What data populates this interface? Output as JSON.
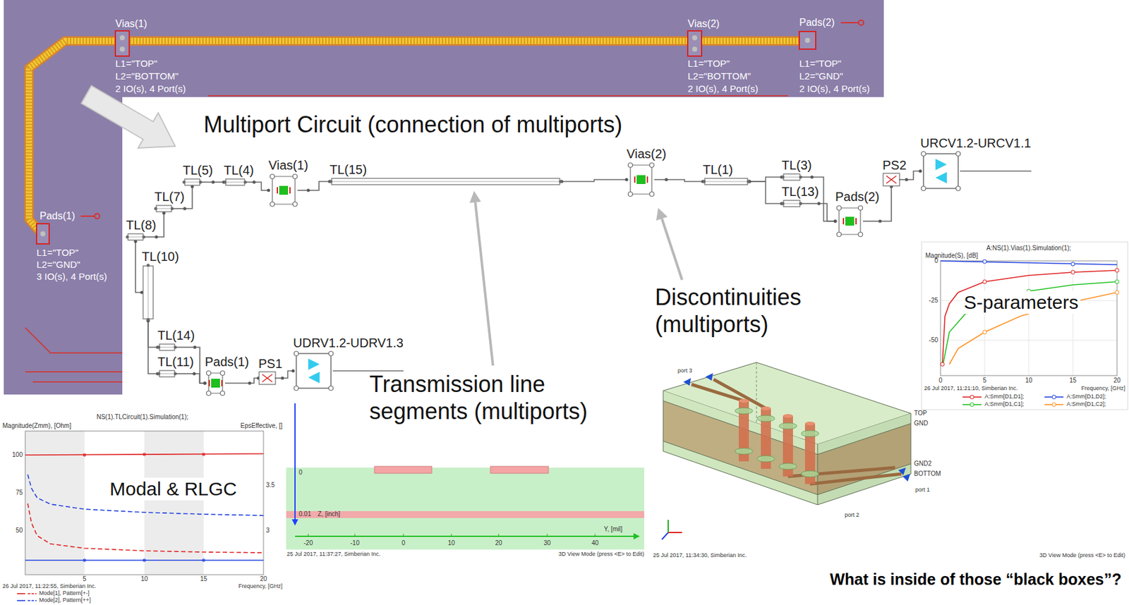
{
  "diagram": {
    "nodes": [
      {
        "text": [
          "TL(5)"
        ]
      },
      {
        "text": [
          "TL(4)"
        ]
      },
      {
        "text": [
          "Vias(1)"
        ]
      },
      {
        "text": [
          "TL(15)"
        ]
      },
      {
        "text": [
          "Vias(2)"
        ]
      },
      {
        "text": [
          "TL(1)"
        ]
      },
      {
        "text": [
          "TL(3)"
        ]
      },
      {
        "text": [
          "TL(13)"
        ]
      },
      {
        "text": [
          "PS2"
        ]
      },
      {
        "text": [
          "URCV1.2-URCV1.1"
        ]
      },
      {
        "text": [
          "Pads(2)"
        ]
      },
      {
        "text": [
          "TL(7)"
        ]
      },
      {
        "text": [
          "TL(8)"
        ]
      },
      {
        "text": [
          "TL(10)"
        ]
      },
      {
        "text": [
          "TL(14)"
        ]
      },
      {
        "text": [
          "TL(11)"
        ]
      },
      {
        "text": [
          "Pads(1)"
        ]
      },
      {
        "text": [
          "PS1"
        ]
      },
      {
        "text": [
          "UDRV1.2-UDRV1.3"
        ]
      }
    ],
    "edges": [
      {
        "from": 0,
        "to": 1,
        "arrow": "none"
      },
      {
        "from": 1,
        "to": 2,
        "arrow": "none"
      },
      {
        "from": 2,
        "to": 3,
        "arrow": "none"
      },
      {
        "from": 3,
        "to": 4,
        "arrow": "none"
      },
      {
        "from": 4,
        "to": 5,
        "arrow": "none"
      },
      {
        "from": 5,
        "to": 6,
        "arrow": "none"
      },
      {
        "from": 5,
        "to": 7,
        "arrow": "none"
      },
      {
        "from": 6,
        "to": 10,
        "arrow": "none"
      },
      {
        "from": 7,
        "to": 10,
        "arrow": "none"
      },
      {
        "from": 10,
        "to": 8,
        "arrow": "none"
      },
      {
        "from": 8,
        "to": 9,
        "arrow": "none"
      },
      {
        "from": 0,
        "to": 11,
        "arrow": "none"
      },
      {
        "from": 11,
        "to": 12,
        "arrow": "none"
      },
      {
        "from": 12,
        "to": 13,
        "arrow": "none"
      },
      {
        "from": 13,
        "to": 14,
        "arrow": "none"
      },
      {
        "from": 13,
        "to": 15,
        "arrow": "none"
      },
      {
        "from": 14,
        "to": 16,
        "arrow": "none"
      },
      {
        "from": 15,
        "to": 16,
        "arrow": "none"
      },
      {
        "from": 16,
        "to": 17,
        "arrow": "none"
      },
      {
        "from": 17,
        "to": 18,
        "arrow": "none"
      }
    ],
    "labels": [
      "Vias(1)",
      "L1=\"TOP\"",
      "L2=\"BOTTOM\"",
      "2 IO(s), 4 Port(s)",
      "Vias(2)",
      "L1=\"TOP\"",
      "L2=\"BOTTOM\"",
      "2 IO(s), 4 Port(s)",
      "Pads(2)",
      "L1=\"TOP\"",
      "L2=\"GND\"",
      "2 IO(s), 4 Port(s)",
      "Pads(1)",
      "L1=\"TOP\"",
      "L2=\"GND\"",
      "3 IO(s), 4 Port(s)",
      "Multiport Circuit (connection of multiports)",
      "Transmission line segments (multiports)",
      "Discontinuities (multiports)",
      "Modal & RLGC",
      "S-parameters",
      "What is inside of those “black boxes”?",
      "A:NS(1).Vias(1).Simulation(1);",
      "Magnitude(S), [dB]",
      "0",
      "-25",
      "-50",
      "0",
      "5",
      "10",
      "15",
      "20",
      "26 Jul 2017, 11:21:10, Simberian Inc.",
      "Frequency, [GHz]",
      "NS(1).TLCircuit(1).Simulation(1);",
      "Magnitude(Zmm), [Ohm]",
      "EpsEffective, []",
      "100",
      "75",
      "50",
      "3.5",
      "3",
      "5",
      "10",
      "15",
      "20",
      "26 Jul 2017, 11:22:55, Simberian Inc.",
      "Frequency, [GHz]",
      "0",
      "0.01",
      "Z, [inch]",
      "-20",
      "-10",
      "0",
      "10",
      "20",
      "30",
      "40",
      "Y, [mil]",
      "25 Jul 2017, 11:37:27, Simberian Inc.",
      "3D View Mode (press <E> to Edit)",
      "TOP",
      "GND",
      "GND2",
      "BOTTOM",
      "port 3",
      "port 1",
      "port 2",
      "25 Jul 2017, 11:34:30, Simberian Inc.",
      "3D View Mode (press <E> to Edit)"
    ],
    "legend": [
      {
        "text": "A:Smm[D1,D1];"
      },
      {
        "text": "A:Smm[D1,D2];"
      },
      {
        "text": "A:Smm[D1,C1];"
      },
      {
        "text": "A:Smm[D1,C2];"
      },
      {
        "text": "Mode[1], Pattern[+-]"
      },
      {
        "text": "Mode[2], Pattern[++]"
      }
    ]
  }
}
